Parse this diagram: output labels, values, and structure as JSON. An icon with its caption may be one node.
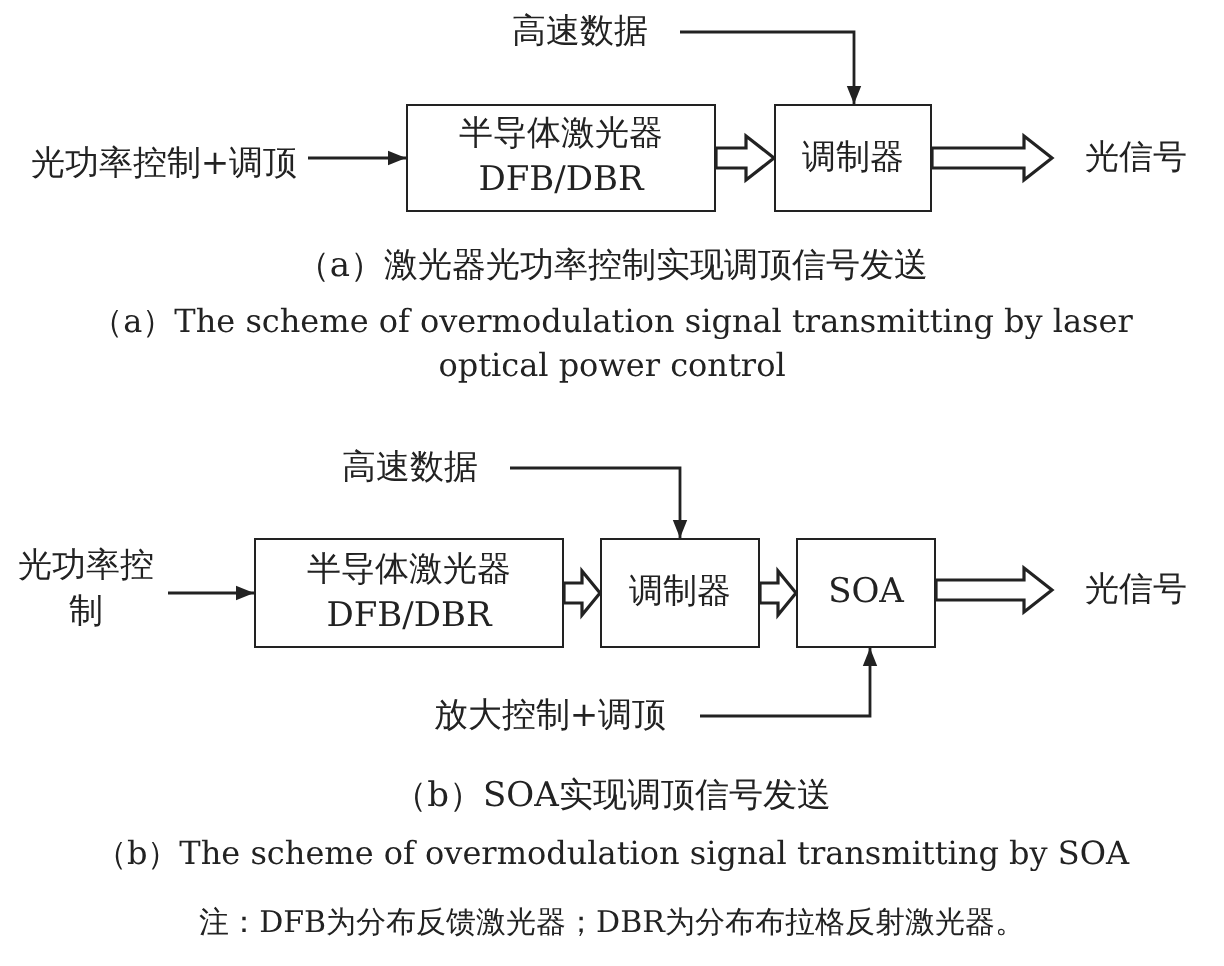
{
  "diagram": {
    "nodes": [
      {
        "text": [
          "光功率控制+调顶"
        ]
      },
      {
        "text": [
          "高速数据"
        ]
      },
      {
        "text": [
          "半导体激光器",
          "DFB/DBR"
        ]
      },
      {
        "text": [
          "调制器"
        ]
      },
      {
        "text": [
          "光信号"
        ]
      },
      {
        "text": [
          "光功率控制"
        ]
      },
      {
        "text": [
          "高速数据"
        ]
      },
      {
        "text": [
          "半导体激光器",
          "DFB/DBR"
        ]
      },
      {
        "text": [
          "调制器"
        ]
      },
      {
        "text": [
          "SOA"
        ]
      },
      {
        "text": [
          "光信号"
        ]
      },
      {
        "text": [
          "放大控制+调顶"
        ]
      }
    ],
    "edges": [
      {
        "from": 0,
        "to": 2,
        "arrow": "to"
      },
      {
        "from": 1,
        "to": 3,
        "arrow": "to"
      },
      {
        "from": 2,
        "to": 3,
        "arrow": "to",
        "style": "thick"
      },
      {
        "from": 3,
        "to": 4,
        "arrow": "to",
        "style": "thick"
      },
      {
        "from": 5,
        "to": 7,
        "arrow": "to"
      },
      {
        "from": 6,
        "to": 8,
        "arrow": "to"
      },
      {
        "from": 7,
        "to": 8,
        "arrow": "to",
        "style": "thick"
      },
      {
        "from": 8,
        "to": 9,
        "arrow": "to",
        "style": "thick"
      },
      {
        "from": 9,
        "to": 10,
        "arrow": "to",
        "style": "thick"
      },
      {
        "from": 11,
        "to": 9,
        "arrow": "to"
      }
    ],
    "labels": [
      "（a）激光器光功率控制实现调顶信号发送",
      "（a）The scheme of overmodulation signal transmitting by laser optical power control",
      "（b）SOA实现调顶信号发送",
      "（b）The scheme of overmodulation signal transmitting by SOA",
      "注：DFB为分布反馈激光器；DBR为分布布拉格反射激光器。"
    ]
  }
}
